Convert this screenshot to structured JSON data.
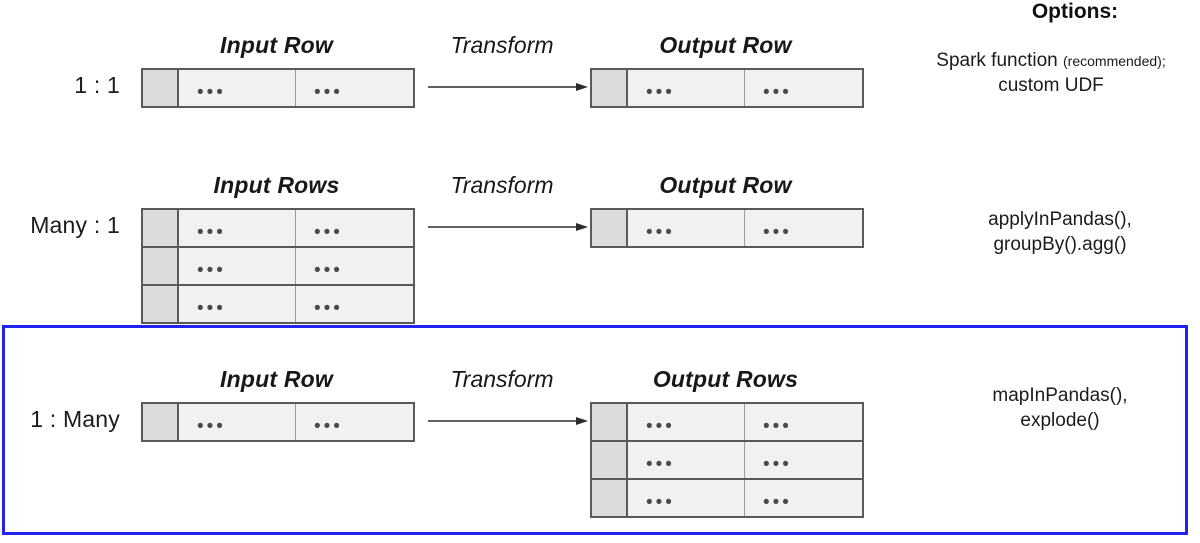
{
  "diagram": {
    "title_column": {
      "options_header": "Options:"
    },
    "rows": [
      {
        "ratio_label": "1 : 1",
        "input_caption": "Input Row",
        "transform_label": "Transform",
        "output_caption": "Output Row",
        "input_row_count": 1,
        "output_row_count": 1,
        "cell_placeholder": "•••",
        "option_main": "Spark function",
        "option_note": "(recommended);",
        "option_second": "custom UDF",
        "highlighted": false
      },
      {
        "ratio_label": "Many : 1",
        "input_caption": "Input Rows",
        "transform_label": "Transform",
        "output_caption": "Output Row",
        "input_row_count": 3,
        "output_row_count": 1,
        "cell_placeholder": "•••",
        "option_main": "applyInPandas(),",
        "option_second": "groupBy().agg()",
        "highlighted": false
      },
      {
        "ratio_label": "1 : Many",
        "input_caption": "Input Row",
        "transform_label": "Transform",
        "output_caption": "Output Rows",
        "input_row_count": 1,
        "output_row_count": 3,
        "cell_placeholder": "•••",
        "option_main": "mapInPandas(),",
        "option_second": "explode()",
        "highlighted": true
      }
    ],
    "colors": {
      "highlight_border": "#2323f0",
      "table_border": "#5a5a5a",
      "key_cell_fill": "#dcdcdc",
      "data_cell_fill": "#f1f1f1",
      "text": "#1b1b1b"
    }
  }
}
